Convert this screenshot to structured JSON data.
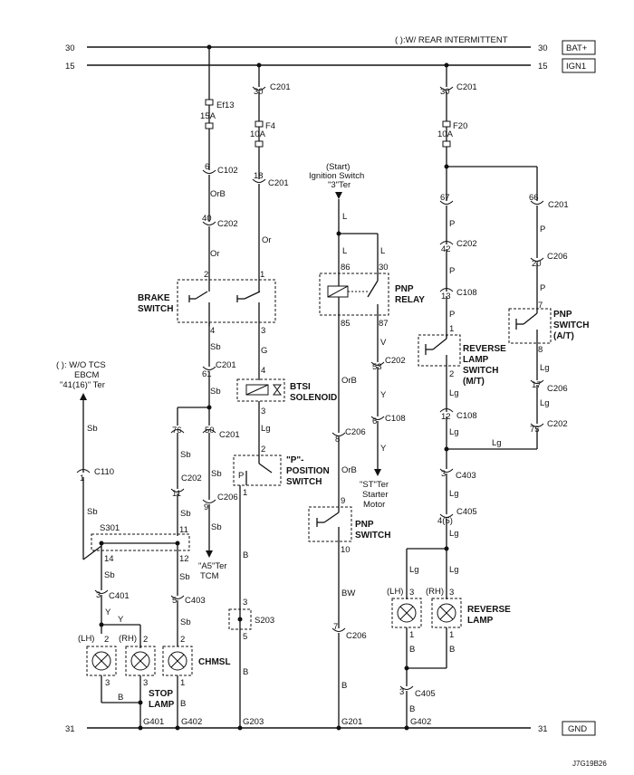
{
  "header": {
    "note": "( ):W/ REAR INTERMITTENT"
  },
  "buses": {
    "b30_num": "30",
    "b15_num": "15",
    "b31_num": "31",
    "bat": "BAT+",
    "ign": "IGN1",
    "gnd": "GND"
  },
  "fuses": {
    "ef13_name": "Ef13",
    "ef13_rating": "15A",
    "f4_name": "F4",
    "f4_rating": "10A",
    "f20_name": "F20",
    "f20_rating": "10A"
  },
  "connectors": {
    "c201": "C201",
    "c202": "C202",
    "c102": "C102",
    "c108": "C108",
    "c206": "C206",
    "c110": "C110",
    "c401": "C401",
    "c403": "C403",
    "c405": "C405",
    "s301": "S301",
    "s203": "S203"
  },
  "pins": {
    "p30": "30",
    "p6": "6",
    "p40": "40",
    "p18": "18",
    "p2": "2",
    "p1": "1",
    "p4": "4",
    "p3": "3",
    "p61": "61",
    "p76": "76",
    "p50": "50",
    "p11": "11",
    "p9": "9",
    "p12": "12",
    "p14": "14",
    "p5": "5",
    "p86": "86",
    "p85": "85",
    "p87": "87",
    "p53": "53",
    "p8": "8",
    "p10": "10",
    "p7": "7",
    "p67": "67",
    "p66": "66",
    "p42": "42",
    "p13": "13",
    "p20": "20",
    "p17": "17",
    "p75": "75",
    "p4_5": "4(5)"
  },
  "wires": {
    "orb": "OrB",
    "or": "Or",
    "sb": "Sb",
    "g": "G",
    "lg": "Lg",
    "b": "B",
    "l": "L",
    "v": "V",
    "y": "Y",
    "p": "P",
    "bw": "BW"
  },
  "components": {
    "brake_switch": [
      "BRAKE",
      "SWITCH"
    ],
    "btsi_solenoid": [
      "BTSI",
      "SOLENOID"
    ],
    "p_position_switch": [
      "\"P\"-",
      "POSITION",
      "SWITCH"
    ],
    "pnp_relay": [
      "PNP",
      "RELAY"
    ],
    "pnp_switch": [
      "PNP",
      "SWITCH"
    ],
    "pnp_switch_at": [
      "PNP",
      "SWITCH",
      "(A/T)"
    ],
    "reverse_lamp_switch": [
      "REVERSE",
      "LAMP",
      "SWITCH",
      "(M/T)"
    ],
    "reverse_lamp": [
      "REVERSE",
      "LAMP"
    ],
    "stop_lamp": [
      "STOP",
      "LAMP"
    ],
    "chmsl": "CHMSL",
    "lh": "(LH)",
    "rh": "(RH)",
    "p_letter": "P"
  },
  "notes": {
    "ignition": [
      "(Start)",
      "Ignition Switch",
      "\"3\"Ter"
    ],
    "ebcm": [
      "( ): W/O TCS",
      "EBCM",
      "\"41(16)\" Ter"
    ],
    "tcm": [
      "\"A5\"Ter",
      "TCM"
    ],
    "starter": [
      "\"ST\"Ter",
      "Starter",
      "Motor"
    ]
  },
  "grounds": {
    "g401": "G401",
    "g402": "G402",
    "g203": "G203",
    "g201": "G201"
  },
  "footer": {
    "code": "J7G19B26"
  }
}
